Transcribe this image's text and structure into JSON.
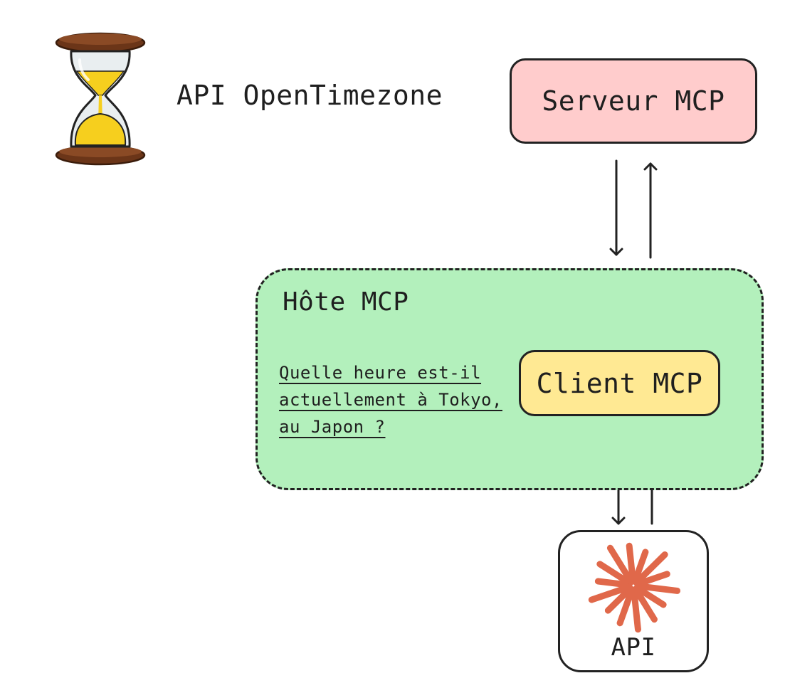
{
  "title": "API OpenTimezone",
  "server": {
    "label": "Serveur MCP"
  },
  "host": {
    "label": "Hôte MCP",
    "question": "Quelle heure est-il actuellement à Tokyo, au Japon ?"
  },
  "client": {
    "label": "Client MCP"
  },
  "api": {
    "label": "API"
  },
  "colors": {
    "server_fill": "#ffcccc",
    "host_fill": "#b3f0bc",
    "client_fill": "#ffe993",
    "api_logo": "#e0684a",
    "hourglass_frame": "#7a3d1c",
    "hourglass_sand": "#f6cf1e"
  },
  "icons": {
    "hourglass": "hourglass-icon",
    "api_logo": "starburst-logo-icon",
    "arrows": [
      "arrow-down-icon",
      "arrow-up-icon"
    ]
  }
}
